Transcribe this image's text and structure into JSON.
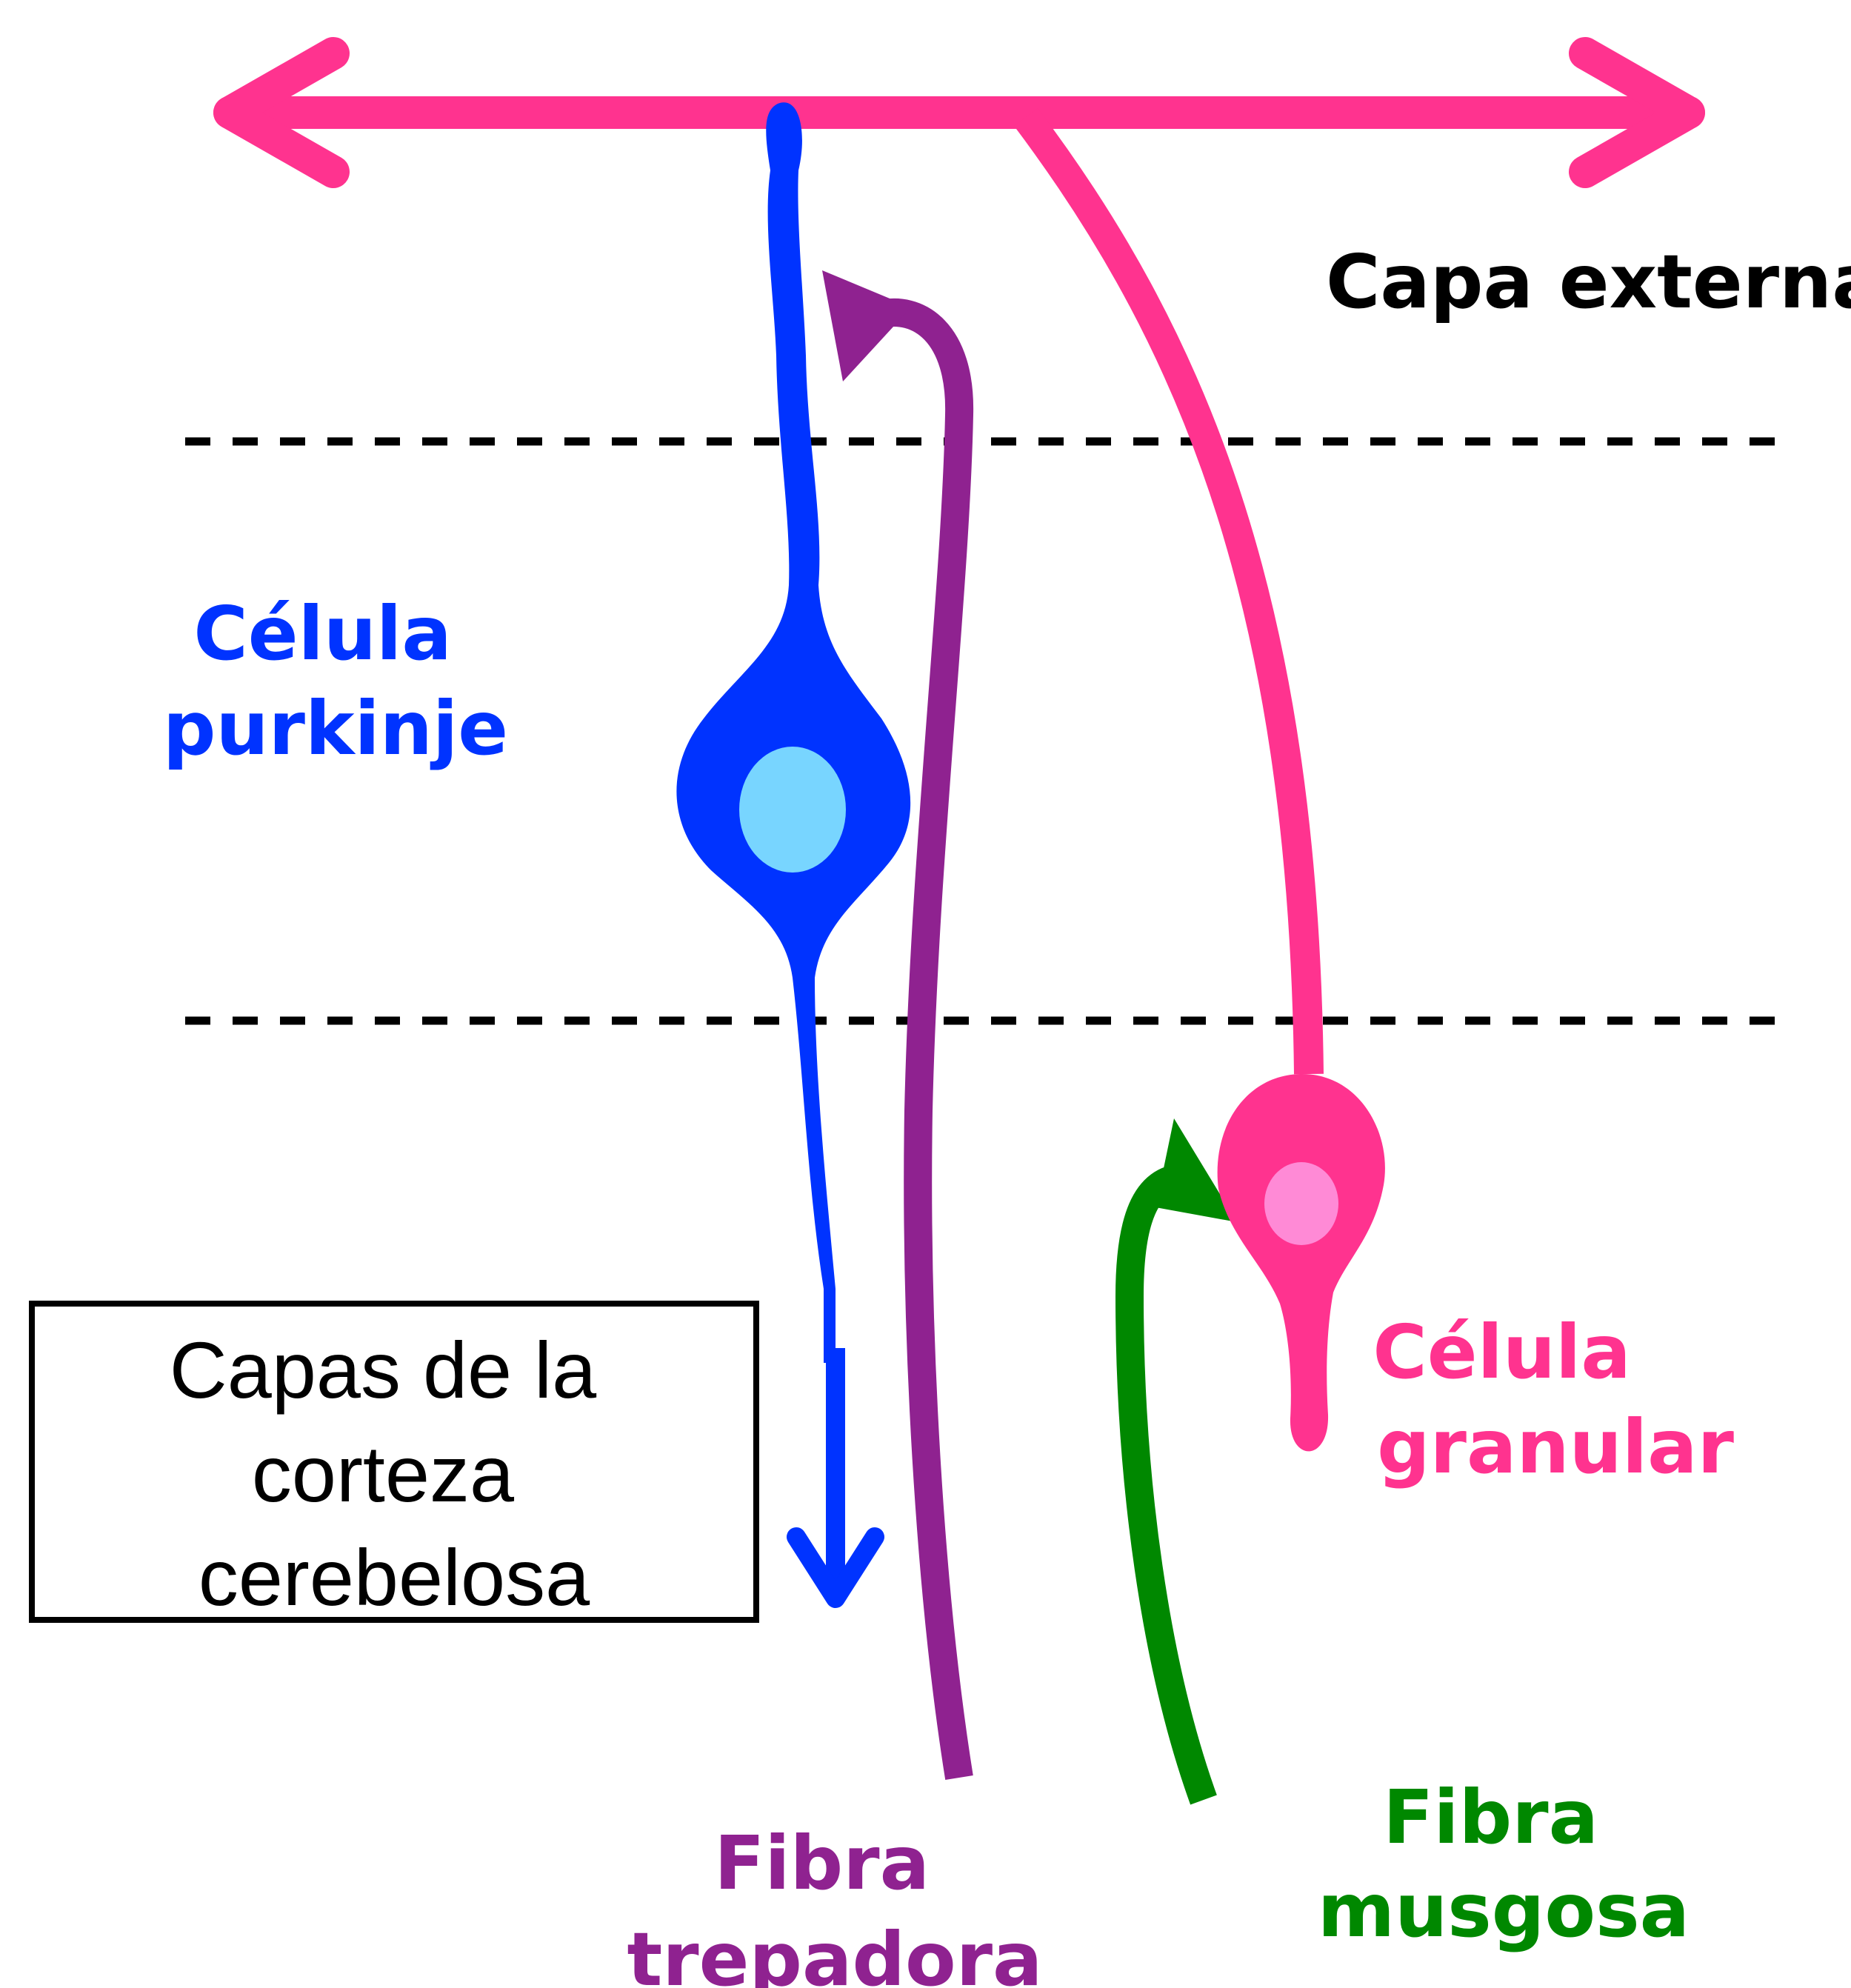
{
  "colors": {
    "parallel_fiber": "#ff338f",
    "purkinje": "#0033ff",
    "purkinje_nucleus": "#78d5ff",
    "climbing_fiber": "#8f2290",
    "granular_cell": "#ff338f",
    "granular_nucleus": "#ff8ad6",
    "mossy_fiber": "#008800",
    "divider": "#000000",
    "text_black": "#000000"
  },
  "labels": {
    "outer_layer": "Capa externa",
    "purkinje_cell": [
      "Célula",
      "purkinje"
    ],
    "granular_cell": [
      "Célula",
      "granular"
    ],
    "climbing_fiber": [
      "Fibra",
      "trepadora"
    ],
    "mossy_fiber": [
      "Fibra",
      "musgosa"
    ]
  },
  "caption": {
    "lines": [
      "Capas de la",
      "corteza",
      "cerebelosa"
    ]
  }
}
